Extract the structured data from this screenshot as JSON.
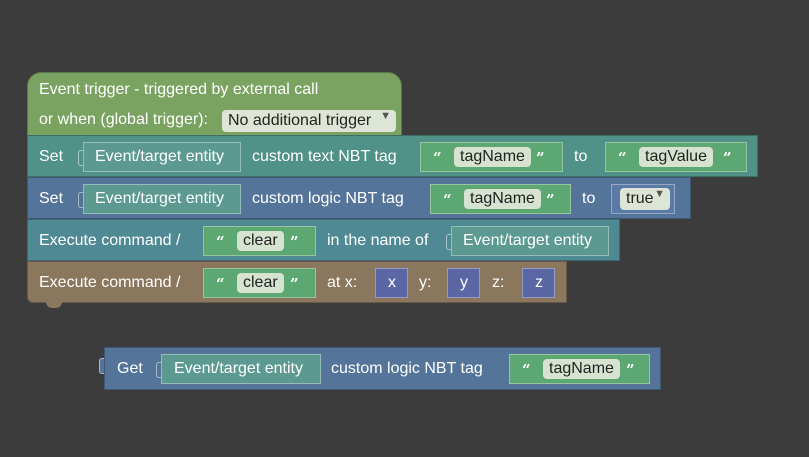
{
  "event_block": {
    "header": "Event trigger - triggered by external call",
    "trigger_label": "or when (global trigger):",
    "trigger_value": "No additional trigger"
  },
  "set_text_block": {
    "set_label": "Set",
    "entity": "Event/target entity",
    "tag_label": "custom text NBT tag",
    "tag_name": "tagName",
    "to_label": "to",
    "tag_value": "tagValue"
  },
  "set_logic_block": {
    "set_label": "Set",
    "entity": "Event/target entity",
    "tag_label": "custom logic NBT tag",
    "tag_name": "tagName",
    "to_label": "to",
    "value": "true"
  },
  "exec_entity_block": {
    "label": "Execute command /",
    "command": "clear",
    "name_label": "in the name of",
    "entity": "Event/target entity"
  },
  "exec_pos_block": {
    "label": "Execute command /",
    "command": "clear",
    "at_x_label": "at x:",
    "x_var": "x",
    "y_label": "y:",
    "y_var": "y",
    "z_label": "z:",
    "z_var": "z"
  },
  "get_block": {
    "get_label": "Get",
    "entity": "Event/target entity",
    "tag_label": "custom logic NBT tag",
    "tag_name": "tagName"
  },
  "colors": {
    "background": "#3c3c3c",
    "event": "#7aa362",
    "set_text": "#509288",
    "set_logic": "#55749a",
    "exec_entity": "#4f8a94",
    "exec_pos": "#8a775d",
    "text_literal": "#5da772",
    "variable": "#5b67a5"
  }
}
